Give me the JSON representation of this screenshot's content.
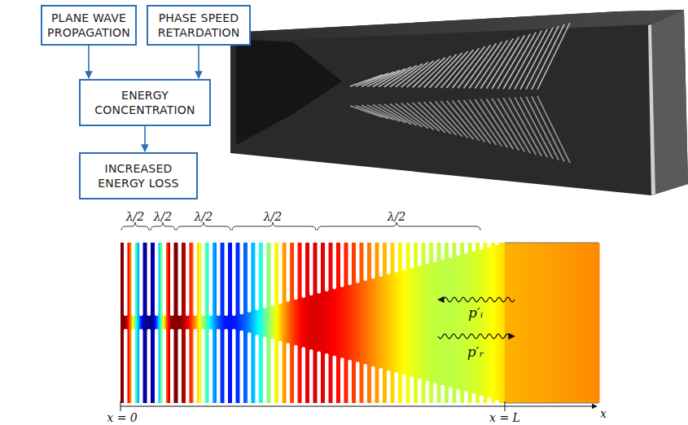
{
  "diagram": {
    "nodes": [
      {
        "text": [
          "PLANE WAVE PROPAGATION"
        ]
      },
      {
        "text": [
          "PHASE SPEED RETARDATION"
        ]
      },
      {
        "text": [
          "ENERGY CONCENTRATION"
        ]
      },
      {
        "text": [
          "INCREASED ENERGY LOSS"
        ]
      }
    ],
    "edges": [
      {
        "from": 0,
        "to": 2,
        "arrow": "to"
      },
      {
        "from": 1,
        "to": 2,
        "arrow": "to"
      },
      {
        "from": 2,
        "to": 3,
        "arrow": "to"
      }
    ],
    "labels": [
      "λ/2",
      "λ/2",
      "λ/2",
      "λ/2",
      "λ/2",
      "p′ᵢ",
      "p′ᵣ",
      "x = 0",
      "x = L",
      "x"
    ]
  }
}
